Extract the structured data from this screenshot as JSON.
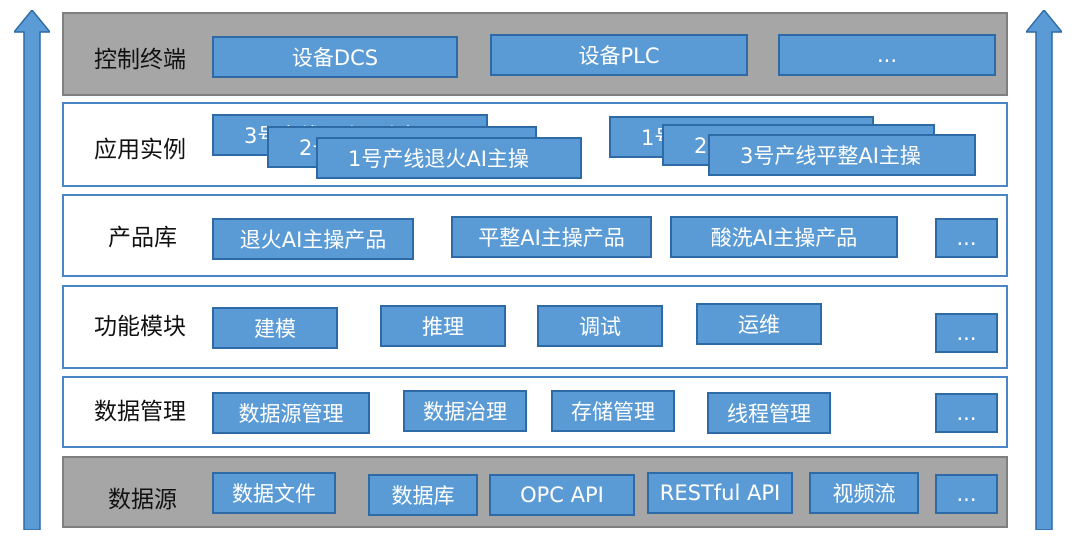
{
  "colors": {
    "box_fill": "#5b9bd5",
    "box_border": "#2e6ba6",
    "layer_border": "#4a86c5",
    "gray_fill": "#a6a6a6",
    "arrow": "#5b9bd5"
  },
  "layers": {
    "control": {
      "label": "控制终端",
      "items": [
        "设备DCS",
        "设备PLC",
        "..."
      ]
    },
    "apps": {
      "label": "应用实例",
      "group1": [
        "3号产线退火AI主操",
        "2号产线退火AI主操",
        "1号产线退火AI主操"
      ],
      "group2": [
        "1号产线平整AI主操",
        "2号产线平整AI主操",
        "3号产线平整AI主操"
      ]
    },
    "products": {
      "label": "产品库",
      "items": [
        "退火AI主操产品",
        "平整AI主操产品",
        "酸洗AI主操产品",
        "..."
      ]
    },
    "modules": {
      "label": "功能模块",
      "items": [
        "建模",
        "推理",
        "调试",
        "运维",
        "..."
      ]
    },
    "data_mgmt": {
      "label": "数据管理",
      "items": [
        "数据源管理",
        "数据治理",
        "存储管理",
        "线程管理",
        "..."
      ]
    },
    "sources": {
      "label": "数据源",
      "items": [
        "数据文件",
        "数据库",
        "OPC API",
        "RESTful API",
        "视频流",
        "..."
      ]
    }
  }
}
